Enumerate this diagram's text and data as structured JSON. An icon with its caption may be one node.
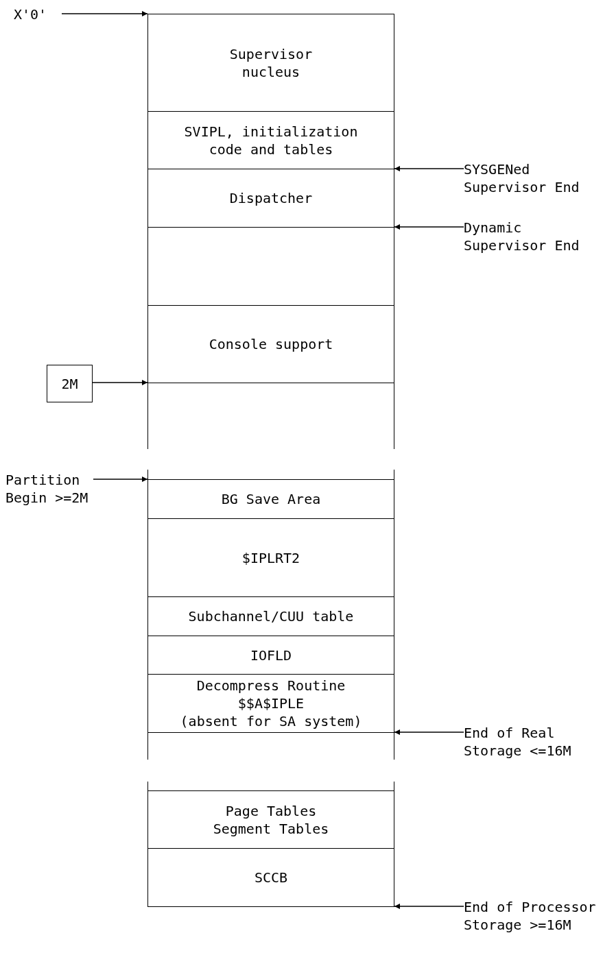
{
  "diagram": {
    "nodes": [
      {
        "text": [
          "X'0'"
        ]
      },
      {
        "text": [
          "Supervisor nucleus"
        ]
      },
      {
        "text": [
          "SVIPL, initialization code and tables"
        ]
      },
      {
        "text": [
          "SYSGENed Supervisor End"
        ]
      },
      {
        "text": [
          "Dispatcher"
        ]
      },
      {
        "text": [
          "Dynamic Supervisor End"
        ]
      },
      {
        "text": [],
        "shape": "box"
      },
      {
        "text": [
          "Console support"
        ]
      },
      {
        "text": [
          "2M"
        ]
      },
      {
        "text": [],
        "shape": "box"
      },
      {
        "text": [
          "Partition Begin >=2M"
        ]
      },
      {
        "text": [],
        "shape": "box"
      },
      {
        "text": [
          "BG Save Area"
        ]
      },
      {
        "text": [
          "$IPLRT2"
        ]
      },
      {
        "text": [
          "Subchannel/CUU table"
        ]
      },
      {
        "text": [
          "IOFLD"
        ]
      },
      {
        "text": [
          "Decompress Routine",
          "$$A$IPLE",
          "(absent for SA system)"
        ]
      },
      {
        "text": [
          "End of Real Storage <=16M"
        ]
      },
      {
        "text": [],
        "shape": "box"
      },
      {
        "text": [],
        "shape": "box"
      },
      {
        "text": [
          "Page Tables",
          "Segment Tables"
        ]
      },
      {
        "text": [
          "SCCB"
        ]
      },
      {
        "text": [
          "End of Processor Storage >=16M"
        ]
      }
    ],
    "edges": [
      {
        "from": 0,
        "to": 1,
        "arrow": "to"
      },
      {
        "from": 3,
        "to": 4,
        "arrow": "to"
      },
      {
        "from": 5,
        "to": 6,
        "arrow": "to"
      },
      {
        "from": 8,
        "to": 9,
        "arrow": "to"
      },
      {
        "from": 10,
        "to": 12,
        "arrow": "to"
      },
      {
        "from": 17,
        "to": 18,
        "arrow": "to"
      },
      {
        "from": 22,
        "to": 21,
        "arrow": "to"
      }
    ]
  }
}
